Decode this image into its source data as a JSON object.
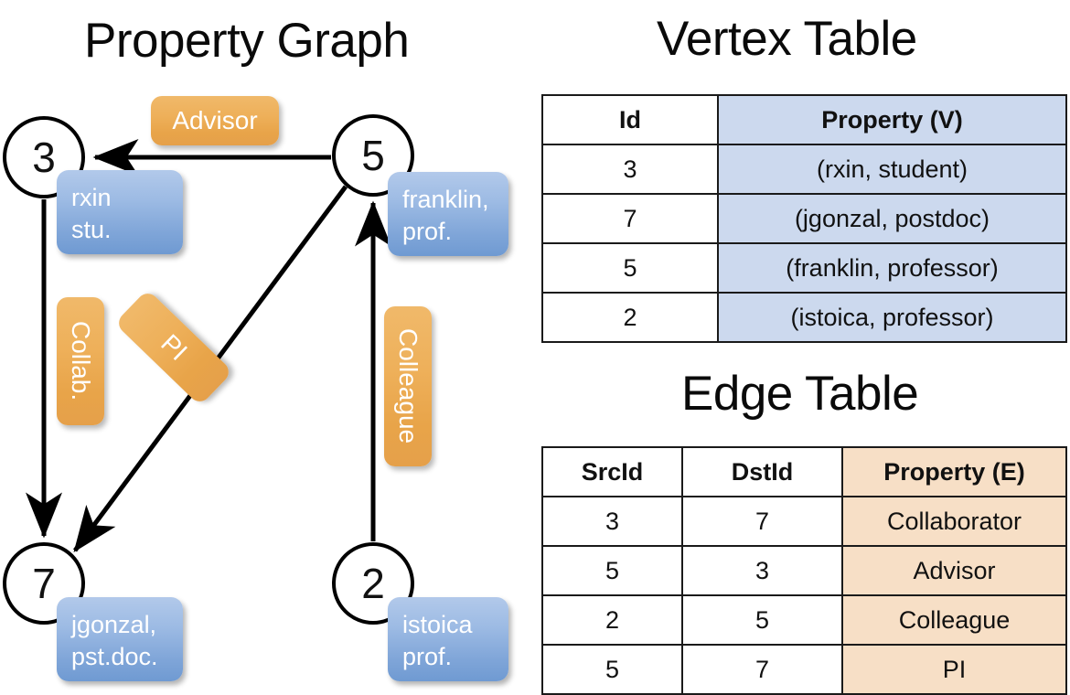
{
  "titles": {
    "property_graph": "Property Graph",
    "vertex_table": "Vertex Table",
    "edge_table": "Edge Table"
  },
  "graph": {
    "nodes": [
      {
        "id": "3",
        "label": "3",
        "property_line1": "rxin",
        "property_line2": "stu."
      },
      {
        "id": "5",
        "label": "5",
        "property_line1": "franklin,",
        "property_line2": "prof."
      },
      {
        "id": "7",
        "label": "7",
        "property_line1": "jgonzal,",
        "property_line2": "pst.doc."
      },
      {
        "id": "2",
        "label": "2",
        "property_line1": "istoica",
        "property_line2": "prof."
      }
    ],
    "edges": [
      {
        "src": "5",
        "dst": "3",
        "label": "Advisor"
      },
      {
        "src": "3",
        "dst": "7",
        "label": "Collab."
      },
      {
        "src": "5",
        "dst": "7",
        "label": "PI"
      },
      {
        "src": "2",
        "dst": "5",
        "label": "Colleague"
      }
    ]
  },
  "vertex_table": {
    "headers": [
      "Id",
      "Property (V)"
    ],
    "rows": [
      {
        "id": "3",
        "property": "(rxin, student)"
      },
      {
        "id": "7",
        "property": "(jgonzal, postdoc)"
      },
      {
        "id": "5",
        "property": "(franklin, professor)"
      },
      {
        "id": "2",
        "property": "(istoica, professor)"
      }
    ]
  },
  "edge_table": {
    "headers": [
      "SrcId",
      "DstId",
      "Property (E)"
    ],
    "rows": [
      {
        "src": "3",
        "dst": "7",
        "property": "Collaborator"
      },
      {
        "src": "5",
        "dst": "3",
        "property": "Advisor"
      },
      {
        "src": "2",
        "dst": "5",
        "property": "Colleague"
      },
      {
        "src": "5",
        "dst": "7",
        "property": "PI"
      }
    ]
  },
  "colors": {
    "vertex_property_fill": "#ccd9ee",
    "edge_property_fill": "#f7dfc6",
    "node_property_box": "#9dbbe4",
    "edge_label_box": "#eeb05a",
    "stroke": "#000000"
  }
}
